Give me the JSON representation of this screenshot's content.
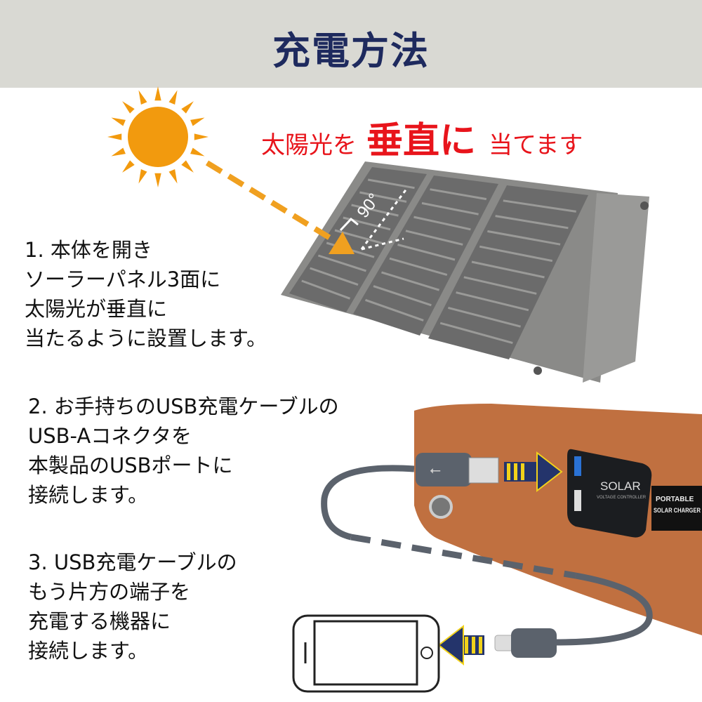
{
  "header": {
    "title": "充電方法"
  },
  "headline": {
    "before": "太陽光を",
    "emphasis": "垂直に",
    "after": "当てます"
  },
  "angle_label": "90°",
  "steps": [
    {
      "lines": [
        "1. 本体を開き",
        "ソーラーパネル3面に",
        "太陽光が垂直に",
        "当たるように設置します。"
      ]
    },
    {
      "lines": [
        "2. お手持ちのUSB充電ケーブルの",
        "USB-Aコネクタを",
        "本製品のUSBポートに",
        "接続します。"
      ]
    },
    {
      "lines": [
        "3. USB充電ケーブルの",
        "もう片方の端子を",
        "充電する機器に",
        "接続します。"
      ]
    }
  ],
  "controller": {
    "label": "SOLAR",
    "sublabel": "VOLTAGE CONTROLLER"
  },
  "tag": {
    "line1": "PORTABLE",
    "line2": "SOLAR CHARGER"
  },
  "colors": {
    "title": "#1e2a5e",
    "headline": "#e8141b",
    "header_bg": "#d9d9d3",
    "sun": "#f29a0e",
    "arrow_orange": "#f0a020",
    "arrow_navy": "#24346b",
    "arrow_yellow": "#f2d21a",
    "panel": "#6a6a6a",
    "cable": "#5b626c",
    "case": "#c07040"
  }
}
